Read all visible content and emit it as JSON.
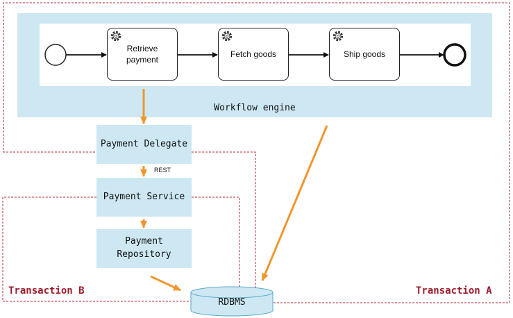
{
  "workflow_engine": {
    "label": "Workflow engine",
    "tasks": [
      {
        "label": "Retrieve payment"
      },
      {
        "label": "Fetch goods"
      },
      {
        "label": "Ship goods"
      }
    ]
  },
  "components": {
    "payment_delegate": "Payment Delegate",
    "payment_service": "Payment Service",
    "payment_repository": "Payment Repository",
    "rdbms": "RDBMS"
  },
  "connections": {
    "rest_label": "REST"
  },
  "transactions": {
    "a": "Transaction A",
    "b": "Transaction B"
  },
  "colors": {
    "engine_bg": "#cde8f3",
    "arrow": "#f0962e",
    "transaction_border": "#b8283a",
    "transaction_text": "#9b1c2c"
  }
}
